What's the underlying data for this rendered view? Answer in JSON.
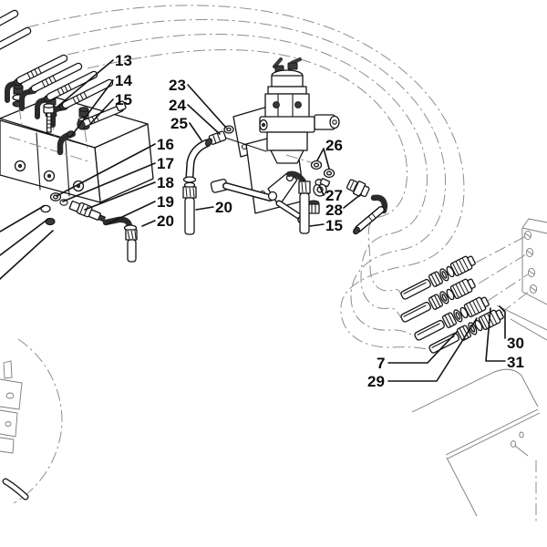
{
  "figure": {
    "kind": "exploded-parts-diagram",
    "subject": "hydraulic control valve, brake valve, hoses and fittings",
    "background": "#ffffff"
  },
  "colors": {
    "line": "#141414",
    "routing_dashdot": "#8d8d8d",
    "phantom": "#7a7a7a",
    "fill": "#ffffff",
    "dark_part": "#3a3a3a"
  },
  "callouts": [
    {
      "label": "13"
    },
    {
      "label": "14"
    },
    {
      "label": "15"
    },
    {
      "label": "16"
    },
    {
      "label": "17"
    },
    {
      "label": "18"
    },
    {
      "label": "19"
    },
    {
      "label": "20"
    },
    {
      "label": "23"
    },
    {
      "label": "24"
    },
    {
      "label": "25"
    },
    {
      "label": "20"
    },
    {
      "label": "26"
    },
    {
      "label": "27"
    },
    {
      "label": "28"
    },
    {
      "label": "15"
    },
    {
      "label": "7"
    },
    {
      "label": "29"
    },
    {
      "label": "30"
    },
    {
      "label": "31"
    }
  ]
}
